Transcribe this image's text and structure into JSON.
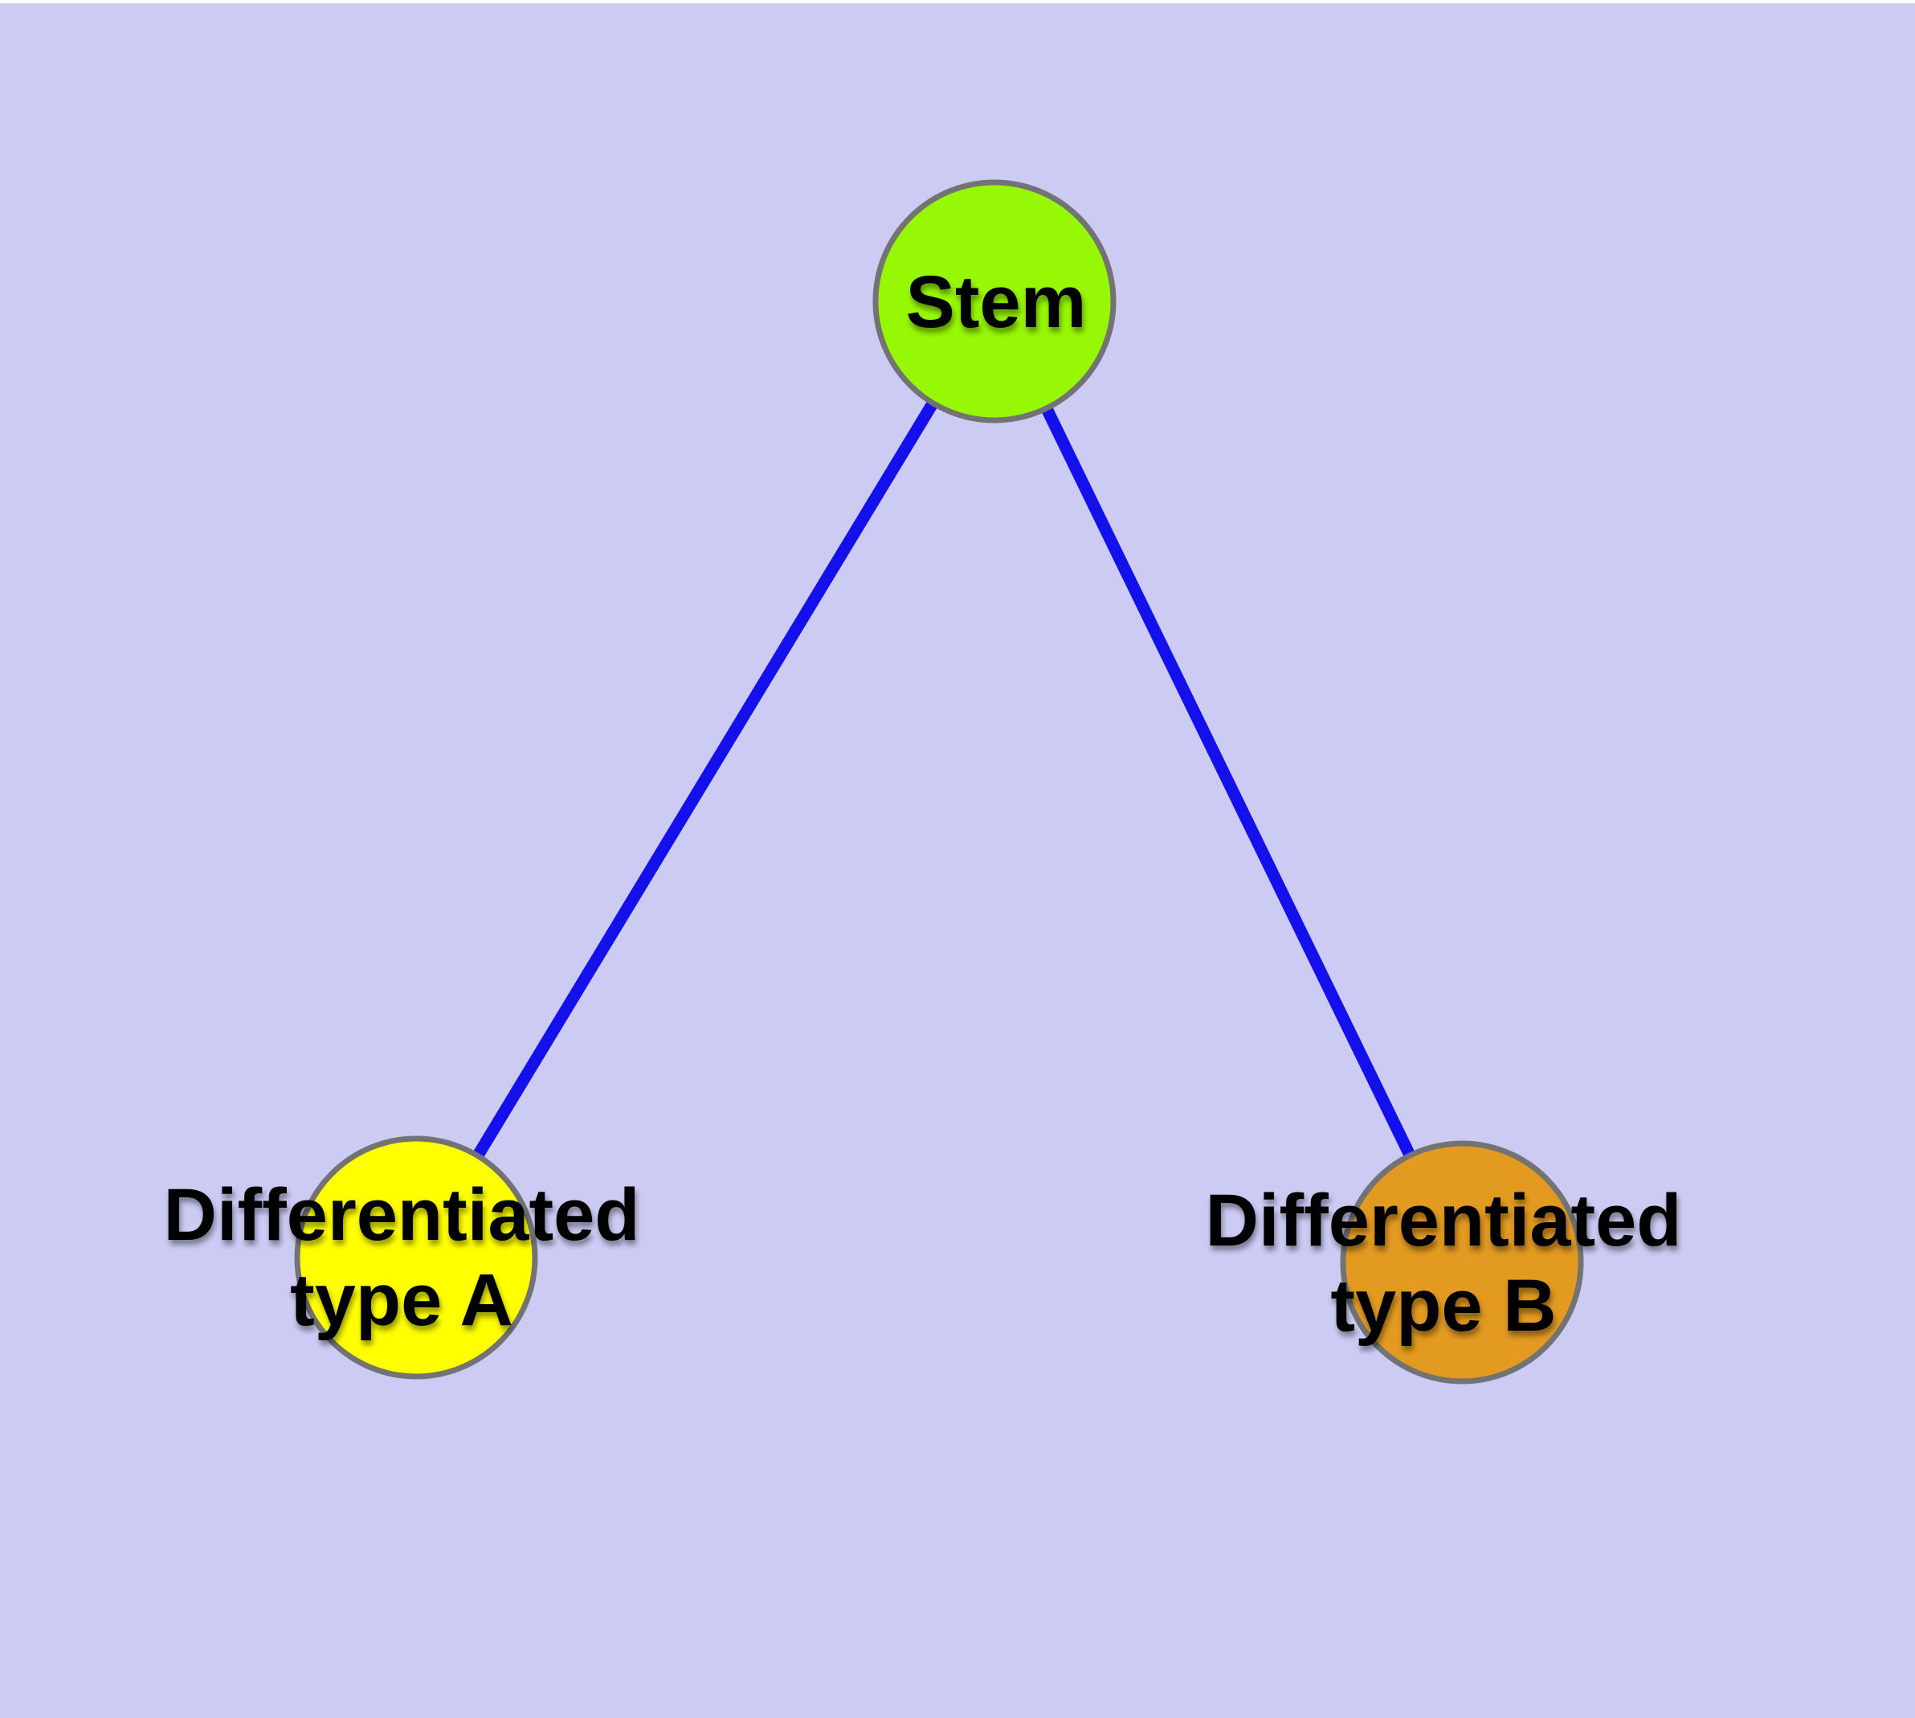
{
  "figure": {
    "background_color": "#cbcbf4",
    "top_strip_color": "#ffffff",
    "edge_color": "#1310ec",
    "node_border_color": "#737373",
    "label_color": "#000000"
  },
  "nodes": {
    "stem": {
      "label": "Stem",
      "fill": "#97f805"
    },
    "type_a": {
      "label_line1": "Differentiated",
      "label_line2": "type A",
      "fill": "#ffff00"
    },
    "type_b": {
      "label_line1": "Differentiated",
      "label_line2": "type B",
      "fill": "#e29a21"
    }
  },
  "edges": [
    {
      "from": "stem",
      "to": "type_a"
    },
    {
      "from": "stem",
      "to": "type_b"
    }
  ]
}
